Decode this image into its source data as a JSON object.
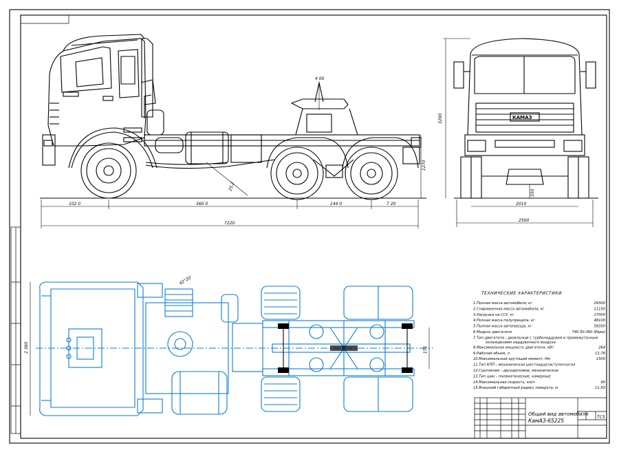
{
  "dimensions": {
    "front_overhang": "102 0",
    "wheelbase": "360 0",
    "bogie_base": "144 0",
    "rear_overhang": "7 20",
    "overall_length": "7220",
    "fifth_wheel_offset": "4 00",
    "fifth_wheel_height": "1270",
    "approach_angle": "25,2",
    "overall_height": "3290",
    "front_track": "2010",
    "overall_width": "2500",
    "ground_clearance": "350",
    "plan_angle": "42°20'",
    "plan_track": "2 380",
    "plan_gap": "171"
  },
  "spec": {
    "title": "ТЕХНИЧЕСКИЕ ХАРАКТЕРИСТИКИ",
    "rows": [
      {
        "label": "1.Полная масса автомобиля, кг",
        "value": "29300"
      },
      {
        "label": "2.Снаряженная масса автомобиля, кг",
        "value": "11150"
      },
      {
        "label": "3.Нагрузка на ССУ, кг",
        "value": "17000"
      },
      {
        "label": "4.Полная масса полуприцепа, кг",
        "value": "48100"
      },
      {
        "label": "5.Полная масса автопоезда, кг",
        "value": "59350"
      },
      {
        "label": "6.Модель двигателя",
        "value": "740.50-360 (Евро)"
      },
      {
        "label": "7.Тип двигателя - дизельный с турбонаддувом и промежуточным охлаждением наддувочного воздуха",
        "value": ""
      },
      {
        "label": "8.Максимальная мощность двигателя, кВт",
        "value": "264"
      },
      {
        "label": "9.Рабочий объем, л",
        "value": "11,76"
      },
      {
        "label": "10.Максимальный крутящий момент, Нм",
        "value": "1500"
      },
      {
        "label": "11.Тип КПП - механическая шестнадцатиступенчатая",
        "value": ""
      },
      {
        "label": "12.Сцепление - двухдисковое, механическое",
        "value": ""
      },
      {
        "label": "13.Тип шин - пневматические, камерные",
        "value": ""
      },
      {
        "label": "14.Максимальная скорость, км/ч",
        "value": "90"
      },
      {
        "label": "15.Внешний габаритный радиус поворота, м",
        "value": "11,50"
      }
    ]
  },
  "title_block": {
    "name_line1": "Общий вид автомобиля",
    "name_line2": "КамАЗ-65225",
    "sheet_code": "ТС5"
  },
  "colors": {
    "ink": "#000000",
    "plan_ink": "#0a7ad8"
  }
}
